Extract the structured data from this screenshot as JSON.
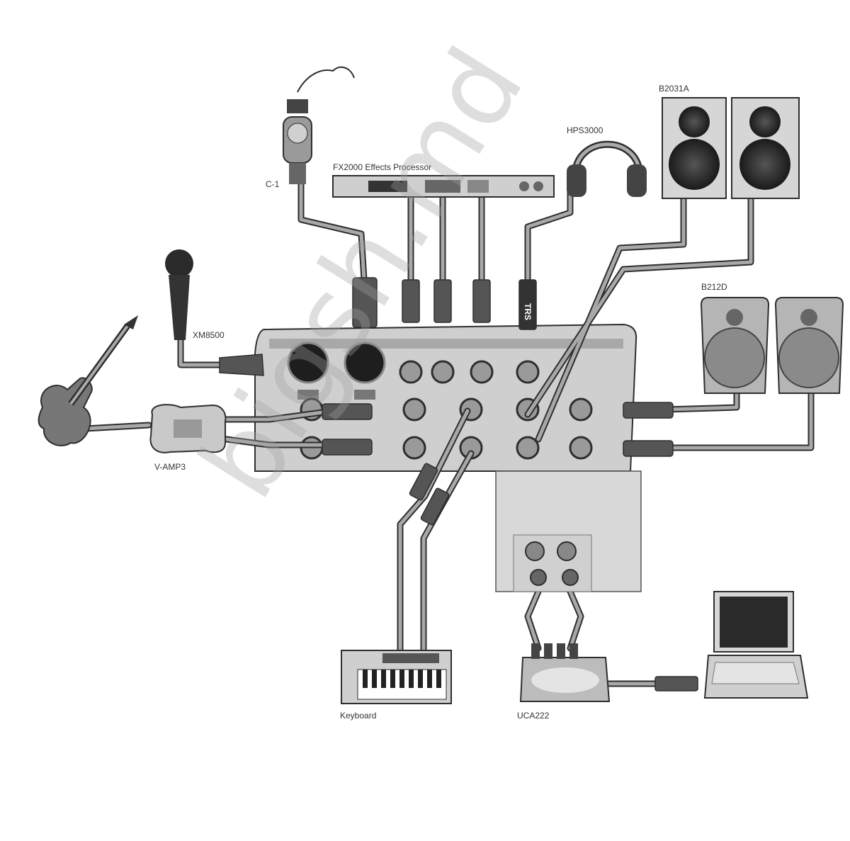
{
  "labels": {
    "c1": "C-1",
    "fx": "FX2000 Effects Processor",
    "hps": "HPS3000",
    "b2031a": "B2031A",
    "b212d": "B212D",
    "xm": "XM8500",
    "vamp": "V-AMP3",
    "keyboard": "Keyboard",
    "uca": "UCA222",
    "trs": "TRS"
  },
  "watermark": "bigsh.md",
  "colors": {
    "device": "#bdbdbd",
    "dark": "#3a3a3a",
    "cable": "#9a9a9a",
    "plug": "#555555",
    "outline": "#2e2e2e"
  }
}
